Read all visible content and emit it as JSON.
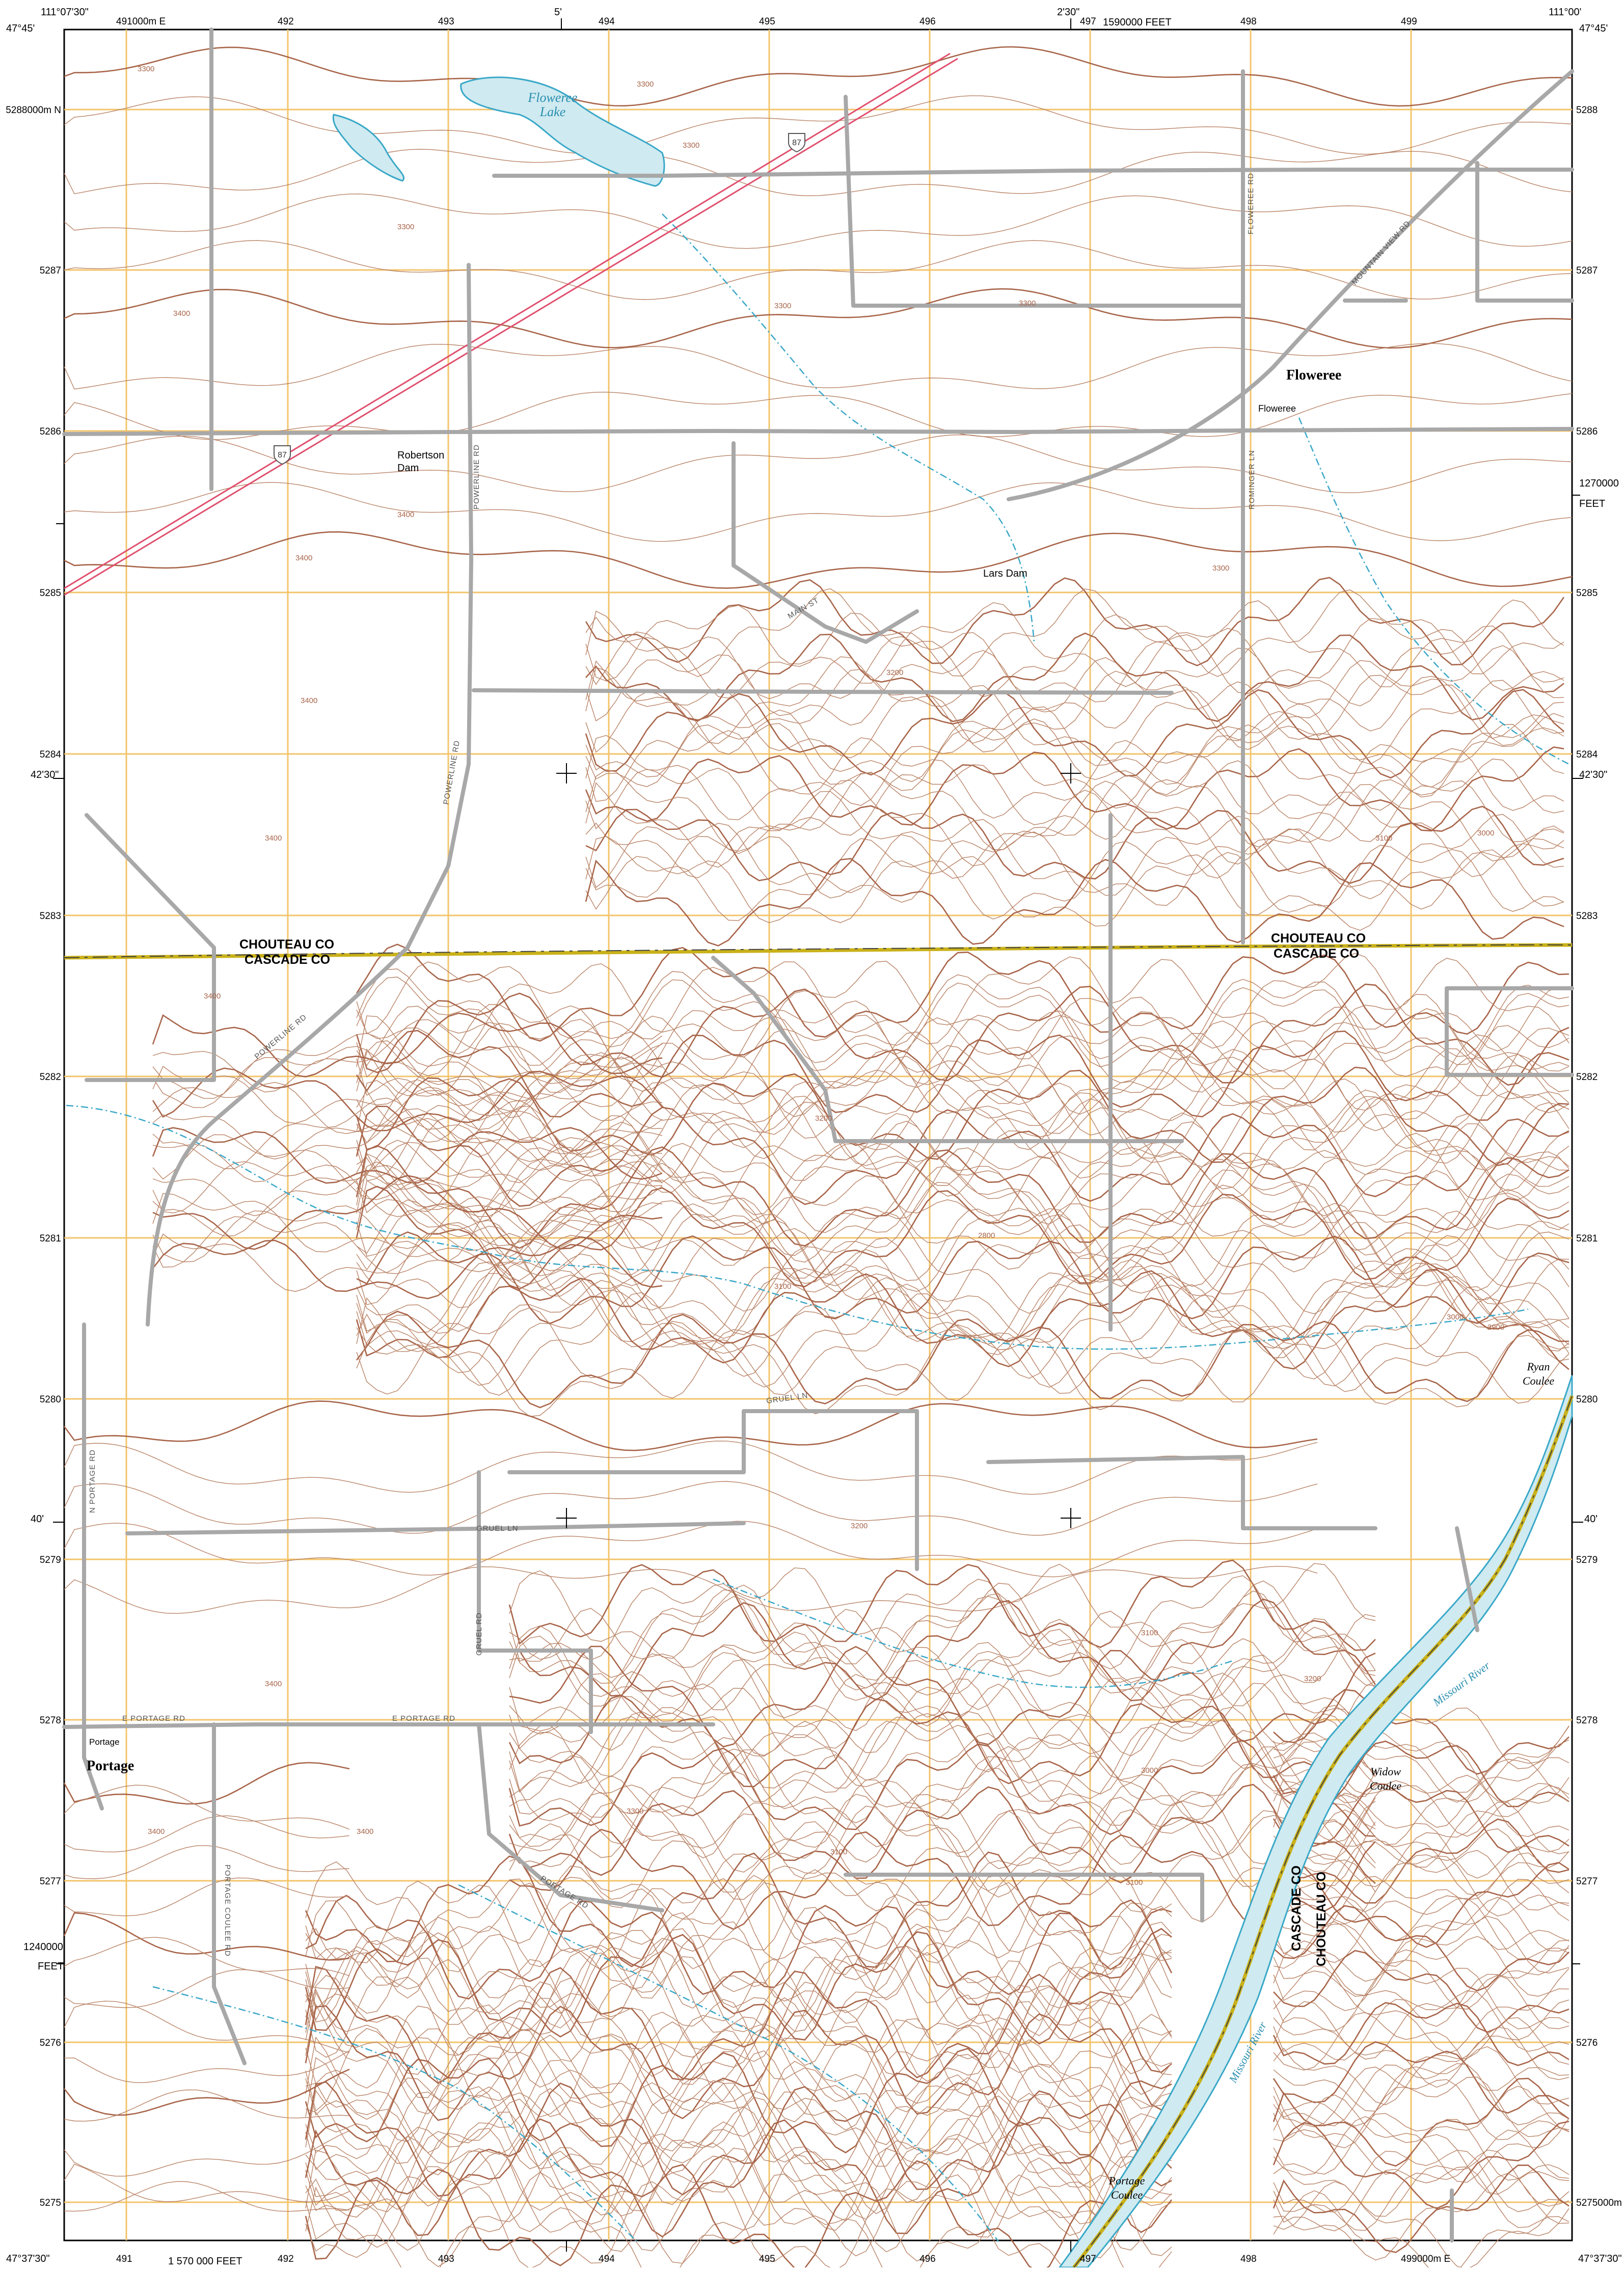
{
  "corner_labels": {
    "top_left_lon": "111°07'30\"",
    "top_left_lat": "47°45'",
    "top_right_lon": "111°00'",
    "top_right_lat": "47°45'",
    "bottom_left_lat": "47°37'30\"",
    "bottom_right_lat": "47°37'30\"",
    "top_mid_min_1": "5'",
    "top_mid_min_2": "2'30\"",
    "left_mid_1": "42'30\"",
    "right_mid_1": "42'30\"",
    "left_mid_2": "40'",
    "right_mid_2": "40'"
  },
  "grid_labels": {
    "top": [
      "491000m E",
      "492",
      "493",
      "494",
      "495",
      "496",
      "497",
      "498",
      "499"
    ],
    "bottom": [
      "491",
      "492",
      "493",
      "494",
      "495",
      "496",
      "497",
      "498",
      "499000m E"
    ],
    "left": [
      "5288000m N",
      "5287",
      "5286",
      "5285",
      "5284",
      "5283",
      "5282",
      "5281",
      "5280",
      "5279",
      "5278",
      "5277",
      "5276",
      "5275"
    ],
    "right": [
      "5288",
      "5287",
      "5286",
      "5285",
      "5284",
      "5283",
      "5282",
      "5281",
      "5280",
      "5279",
      "5278",
      "5277",
      "5276",
      "5275000m N"
    ]
  },
  "state_plane": {
    "top_feet": "1590000 FEET",
    "right_feet_value": "1270000",
    "right_feet_unit": "FEET",
    "left_feet_value": "1240000",
    "left_feet_unit": "FEET",
    "bottom_feet": "1 570 000 FEET"
  },
  "county_line": {
    "north_label_1": "CHOUTEAU CO",
    "south_label_1": "CASCADE CO",
    "north_label_2": "CHOUTEAU CO",
    "south_label_2": "CASCADE CO",
    "river_label_west": "CASCADE CO",
    "river_label_east": "CHOUTEAU CO"
  },
  "places": {
    "floweree_lake_1": "Floweree",
    "floweree_lake_2": "Lake",
    "floweree_town": "Floweree",
    "floweree_small": "Floweree",
    "robertson_dam_1": "Robertson",
    "robertson_dam_2": "Dam",
    "lars_dam": "Lars Dam",
    "portage_small": "Portage",
    "portage_town": "Portage",
    "ryan_coulee_1": "Ryan",
    "ryan_coulee_2": "Coulee",
    "widow_coulee_1": "Widow",
    "widow_coulee_2": "Coulee",
    "portage_coulee_1": "Portage",
    "portage_coulee_2": "Coulee",
    "missouri_river_1": "Missouri River",
    "missouri_river_2": "Missouri River"
  },
  "roads": {
    "powerline_rd_1": "POWERLINE RD",
    "powerline_rd_2": "POWERLINE RD",
    "powerline_rd_3": "POWERLINE RD",
    "main_st": "MAIN ST",
    "floweree_rd": "FLOWEREE RD",
    "mountain_view_rd": "MOUNTAIN VIEW RD",
    "rominger_ln": "ROMINGER LN",
    "gruel_ln_1": "GRUEL LN",
    "gruel_ln_2": "GRUEL LN",
    "gruel_rd": "GRUEL RD",
    "n_portage_rd": "N PORTAGE RD",
    "portage_coulee_rd": "PORTAGE COULEE RD",
    "e_portage_rd_1": "E PORTAGE RD",
    "e_portage_rd_2": "E PORTAGE RD",
    "portage_rd": "PORTAGE RD",
    "us87_1": "87",
    "us87_2": "87"
  },
  "elevations": [
    "3300",
    "3300",
    "3300",
    "3300",
    "3300",
    "3400",
    "3400",
    "3400",
    "3400",
    "3400",
    "3400",
    "3200",
    "3200",
    "3100",
    "3100",
    "3000",
    "3000",
    "2900",
    "2800",
    "3100",
    "3200",
    "3300",
    "3400",
    "3400",
    "3400",
    "3100",
    "3000",
    "3100",
    "3200",
    "3300",
    "3300"
  ],
  "colors": {
    "contour": "#b98366",
    "contour_index": "#a8654a",
    "grid": "#f3c46b",
    "road": "#a8a8a8",
    "water": "#cfeaf0",
    "water_line": "#3aa8c8",
    "powerline": "#e0506e",
    "county": "#c9b11a"
  }
}
